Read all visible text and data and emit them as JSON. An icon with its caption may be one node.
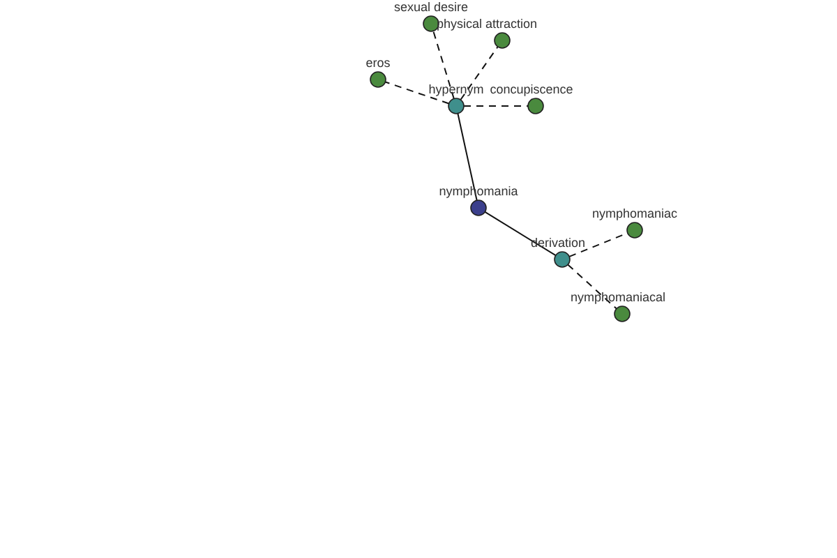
{
  "diagram": {
    "nodes": [
      {
        "text": [
          "nymphomania"
        ]
      },
      {
        "text": [
          "hypernym"
        ]
      },
      {
        "text": [
          "sexual desire"
        ]
      },
      {
        "text": [
          "physical attraction"
        ]
      },
      {
        "text": [
          "eros"
        ]
      },
      {
        "text": [
          "concupiscence"
        ]
      },
      {
        "text": [
          "derivation"
        ]
      },
      {
        "text": [
          "nymphomaniac"
        ]
      },
      {
        "text": [
          "nymphomaniacal"
        ]
      }
    ],
    "edges": [
      {
        "from": 1,
        "to": 0,
        "arrow": "none"
      },
      {
        "from": 1,
        "to": 2,
        "arrow": "none",
        "style": "dashed"
      },
      {
        "from": 1,
        "to": 3,
        "arrow": "none",
        "style": "dashed"
      },
      {
        "from": 1,
        "to": 4,
        "arrow": "none",
        "style": "dashed"
      },
      {
        "from": 1,
        "to": 5,
        "arrow": "none",
        "style": "dashed"
      },
      {
        "from": 0,
        "to": 6,
        "arrow": "none"
      },
      {
        "from": 6,
        "to": 7,
        "arrow": "none",
        "style": "dashed"
      },
      {
        "from": 6,
        "to": 8,
        "arrow": "none",
        "style": "dashed"
      }
    ]
  }
}
